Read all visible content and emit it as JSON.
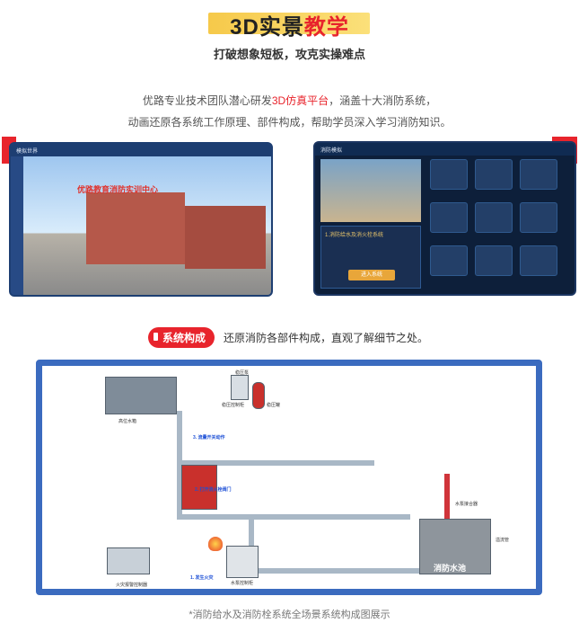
{
  "header": {
    "title_prefix": "3D实景",
    "title_highlight": "教学",
    "subtitle": "打破想象短板，攻克实操难点"
  },
  "intro": {
    "line1_a": "优路专业技术团队潜心研发",
    "line1_highlight": "3D仿真平台",
    "line1_b": "，涵盖十大消防系统，",
    "line2": "动画还原各系统工作原理、部件构成，帮助学员深入学习消防知识。"
  },
  "screenshot1": {
    "window_title": "模拟世界",
    "banner": "优路教育消防实训中心"
  },
  "screenshot2": {
    "window_title": "消防模拟",
    "panel_title": "1.消防给水及消火栓系统",
    "enter_button": "进入系统"
  },
  "section": {
    "badge": "系统构成",
    "text": "还原消防各部件构成，直观了解细节之处。"
  },
  "diagram": {
    "labels": {
      "top_tank": "高位水箱",
      "pressure_box": "稳压泵",
      "control_cabinet": "稳压控制柜",
      "pressure_tank": "稳压罐",
      "step3": "3. 流量开关动作",
      "step2": "2. 打开消火栓阀门",
      "step1": "1. 发生火灾",
      "fire_alarm": "火灾报警控制器",
      "pump_control": "水泵控制柜",
      "pool": "消防水池",
      "pump_adapter": "水泵接合器",
      "outlet": "溢流管"
    }
  },
  "caption": "*消防给水及消防栓系统全场景系统构成图展示",
  "colors": {
    "accent_red": "#e8242c",
    "accent_yellow": "#f6c94a",
    "frame_blue": "#3b6bbf"
  }
}
